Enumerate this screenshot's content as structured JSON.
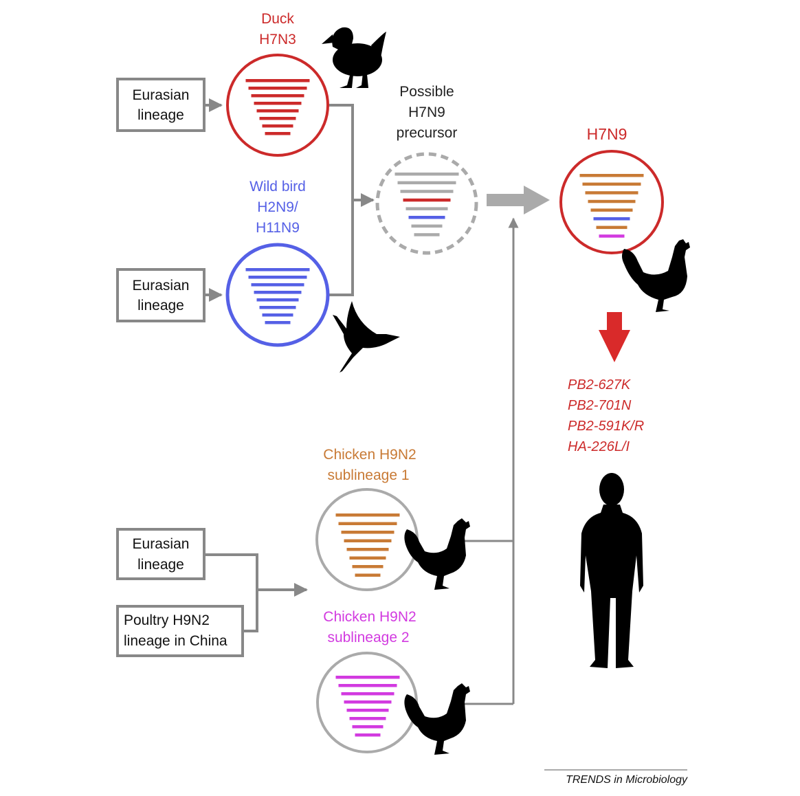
{
  "sources": {
    "duck_input": [
      "Eurasian",
      "lineage"
    ],
    "wildbird_input": [
      "Eurasian",
      "lineage"
    ],
    "h9n2_input_a": [
      "Eurasian",
      "lineage"
    ],
    "h9n2_input_b": [
      "Poultry H9N2",
      "lineage in China"
    ]
  },
  "strains": {
    "duck": {
      "lines": [
        "Duck",
        "H7N3"
      ],
      "color": "#cc2a2a"
    },
    "wildbird": {
      "lines": [
        "Wild bird",
        "H2N9/",
        "H11N9"
      ],
      "color": "#5560e6"
    },
    "precursor": {
      "lines": [
        "Possible",
        "H7N9",
        "precursor"
      ],
      "color": "#222222"
    },
    "h7n9": {
      "lines": [
        "H7N9"
      ],
      "color": "#cc2a2a"
    },
    "chicken1": {
      "lines": [
        "Chicken H9N2",
        "sublineage 1"
      ],
      "color": "#c87a35"
    },
    "chicken2": {
      "lines": [
        "Chicken H9N2",
        "sublineage 2"
      ],
      "color": "#d23ae0"
    }
  },
  "segment_colors": {
    "red": "#cc2a2a",
    "blue": "#5560e6",
    "grey": "#aaaaaa",
    "orange": "#c87a35",
    "magenta": "#d23ae0",
    "duck_ring": "#cc2a2a",
    "wildbird_ring": "#5560e6",
    "h7n9_ring": "#cc2a2a",
    "neutral_ring": "#aaaaaa",
    "arrow_grey": "#888888",
    "arrow_red": "#d92a2a"
  },
  "segments": {
    "duck": [
      "red",
      "red",
      "red",
      "red",
      "red",
      "red",
      "red",
      "red"
    ],
    "wildbird": [
      "blue",
      "blue",
      "blue",
      "blue",
      "blue",
      "blue",
      "blue",
      "blue"
    ],
    "precursor": [
      "grey",
      "grey",
      "grey",
      "red",
      "grey",
      "blue",
      "grey",
      "grey"
    ],
    "h7n9": [
      "orange",
      "orange",
      "orange",
      "orange",
      "orange",
      "blue",
      "orange",
      "magenta"
    ],
    "chicken1": [
      "orange",
      "orange",
      "orange",
      "orange",
      "orange",
      "orange",
      "orange",
      "orange"
    ],
    "chicken2": [
      "magenta",
      "magenta",
      "magenta",
      "magenta",
      "magenta",
      "magenta",
      "magenta",
      "magenta"
    ]
  },
  "mutations": [
    "PB2-627K",
    "PB2-701N",
    "PB2-591K/R",
    "HA-226L/I"
  ],
  "credit": "TRENDS in Microbiology"
}
